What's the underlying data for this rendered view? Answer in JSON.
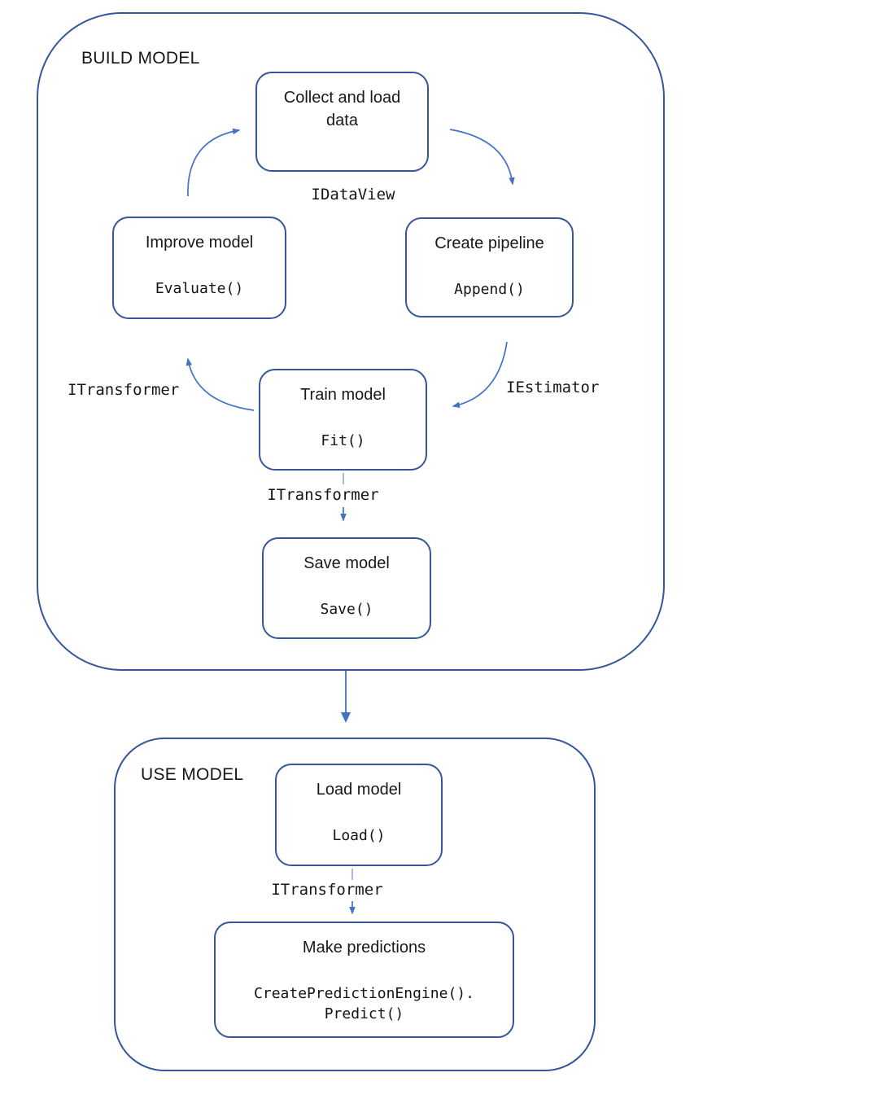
{
  "diagram": {
    "build_section": {
      "label": "BUILD MODEL"
    },
    "use_section": {
      "label": "USE MODEL"
    },
    "nodes": {
      "collect": {
        "title": "Collect and load\ndata"
      },
      "improve": {
        "title": "Improve model",
        "code": "Evaluate()"
      },
      "create": {
        "title": "Create pipeline",
        "code": "Append()"
      },
      "train": {
        "title": "Train model",
        "code": "Fit()"
      },
      "save": {
        "title": "Save model",
        "code": "Save()"
      },
      "load": {
        "title": "Load model",
        "code": "Load()"
      },
      "predict": {
        "title": "Make predictions",
        "code": "CreatePredictionEngine().\nPredict()"
      }
    },
    "edge_labels": {
      "idataview": "IDataView",
      "iestimator": "IEstimator",
      "itransformer_left": "ITransformer",
      "itransformer_mid": "ITransformer",
      "itransformer_bottom": "ITransformer"
    },
    "colors": {
      "box_border": "#36569C",
      "arrow_blue": "#4472C4",
      "tick_blue": "#8FAADC",
      "text_dark": "#1C1C1C"
    }
  }
}
